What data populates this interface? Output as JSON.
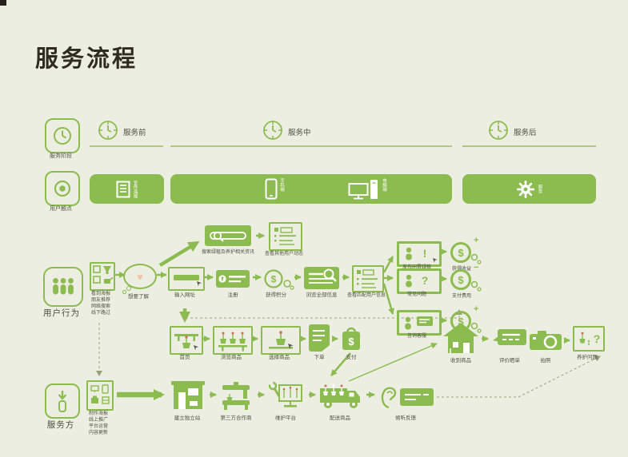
{
  "title": "服务流程",
  "colors": {
    "accent": "#8cbb4f",
    "background": "#edeee2",
    "phase_line": "#b4c87a",
    "dashed_line": "#99a17b",
    "heart": "#eec4a4",
    "text": "#4f5242"
  },
  "legend": {
    "phase": "服务阶段",
    "touchpoint": "用户触点",
    "behavior": "用户行为",
    "provider": "服务方"
  },
  "phases": [
    {
      "label": "服务前"
    },
    {
      "label": "服务中"
    },
    {
      "label": "服务后"
    }
  ],
  "touchpoints": {
    "poster": "宣传海报",
    "phone": "手机端",
    "desktop": "电脑端",
    "gear": "服务"
  },
  "behavior": {
    "entry": {
      "caption": "看到海报\n朋友推荐\n网络搜索\n线下路过"
    },
    "interest": {
      "caption": "想要了解"
    },
    "search": {
      "caption": "搜索绿植及养护相关资讯"
    },
    "dynamics": {
      "caption": "查看其他用户动态"
    },
    "main": [
      {
        "caption": "输入网址"
      },
      {
        "caption": "注册"
      },
      {
        "caption": "获得积分"
      },
      {
        "caption": "浏览全部信息"
      },
      {
        "caption": "查看匹配用户信息"
      }
    ],
    "branches": [
      {
        "card": "发布闲置绿植",
        "coin": "获得收益",
        "sign": "+"
      },
      {
        "card": "常见问题",
        "coin": "支付费用",
        "sign": "−"
      },
      {
        "card": "咨询客服",
        "coin": "获得收益",
        "sign": "+"
      }
    ],
    "shop": [
      {
        "caption": "首页"
      },
      {
        "caption": "浏览商品"
      },
      {
        "caption": "选择商品"
      },
      {
        "caption": "下单"
      },
      {
        "caption": "支付"
      }
    ],
    "post": [
      {
        "caption": "收到商品"
      },
      {
        "caption": "评价晒单"
      },
      {
        "caption": "拍照"
      },
      {
        "caption": "养护问题"
      }
    ]
  },
  "provider": {
    "entry": {
      "caption": "制作海报\n线上推广\n平台运营\n内容更新"
    },
    "nodes": [
      {
        "caption": "建立独立站"
      },
      {
        "caption": "第三方合作商"
      },
      {
        "caption": "维护平台"
      },
      {
        "caption": "配送商品"
      },
      {
        "caption": "倾听反馈"
      }
    ]
  }
}
